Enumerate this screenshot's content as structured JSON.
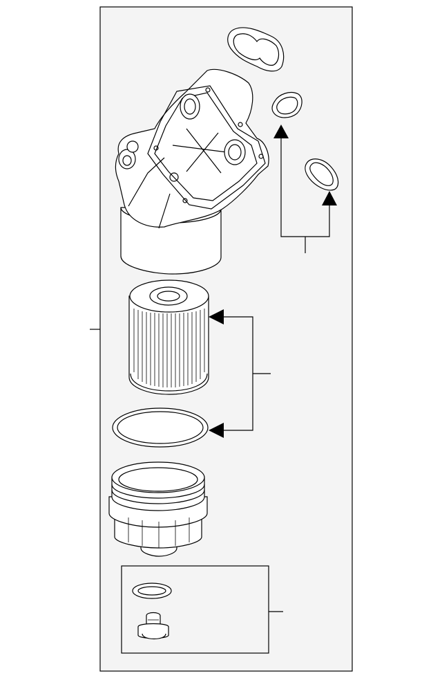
{
  "diagram": {
    "type": "exploded parts diagram",
    "parts": [
      "housing-gasket",
      "seal-ring-upper",
      "seal-ring-lower",
      "oil-filter-housing",
      "oil-filter-element",
      "filter-o-ring",
      "filter-cap",
      "drain-plug-kit"
    ],
    "callouts": [
      "housing-callout",
      "seal-rings-callout",
      "element-and-o-ring-callout",
      "drain-plug-kit-callout"
    ],
    "colors": {
      "line": "#000000",
      "panel": "#f4f4f4",
      "paper": "#ffffff"
    }
  }
}
